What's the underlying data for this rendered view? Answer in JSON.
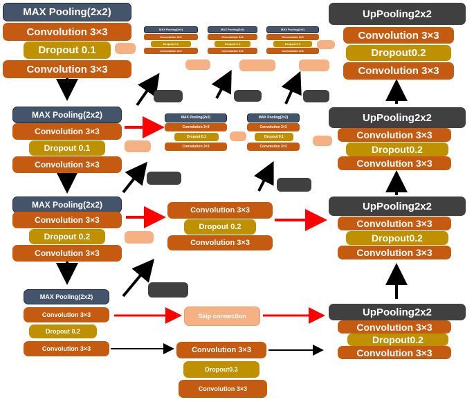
{
  "colors": {
    "pool": "#44546a",
    "conv": "#c55a11",
    "drop": "#bf9000",
    "up": "#404040",
    "skip": "#f4b183",
    "arrow_black": "#000000",
    "arrow_red": "#ff0000"
  },
  "encoder": {
    "block1": {
      "pool": "MAX Pooling(2x2)",
      "conv1": "Convolution 3×3",
      "dropout": "Dropout 0.1",
      "conv2": "Convolution 3×3"
    },
    "block2": {
      "pool": "MAX Pooling(2x2)",
      "conv1": "Convolution 3×3",
      "dropout": "Dropout 0.1",
      "conv2": "Convolution 3×3"
    },
    "block3": {
      "pool": "MAX Pooling(2x2)",
      "conv1": "Convolution 3×3",
      "dropout": "Dropout 0.2",
      "conv2": "Convolution 3×3"
    },
    "block4": {
      "pool": "MAX Pooling(2x2)",
      "conv1": "Convolution 3×3",
      "dropout": "Dropout 0.2",
      "conv2": "Convolution 3×3"
    }
  },
  "bottleneck": {
    "conv1": "Convolution 3×3",
    "dropout": "Dropout0.3",
    "conv2": "Convolution 3×3"
  },
  "skip_connection": {
    "label": "Skip connection"
  },
  "decoder": {
    "block1": {
      "up": "UpPooling2x2",
      "conv1": "Convolution 3×3",
      "dropout": "Dropout0.2",
      "conv2": "Convolution 3×3"
    },
    "block2": {
      "up": "UpPooling2x2",
      "conv1": "Convolution 3×3",
      "dropout": "Dropout0.2",
      "conv2": "Convolution 3×3"
    },
    "block3": {
      "up": "UpPooling2x2",
      "conv1": "Convolution 3×3",
      "dropout": "Dropout0.2",
      "conv2": "Convolution 3×3"
    },
    "block4": {
      "up": "UpPooling2x2",
      "conv1": "Convolution 3×3",
      "dropout": "Dropout0.2",
      "conv2": "Convolution 3×3"
    }
  },
  "middle": {
    "row3": {
      "conv1": "Convolution 3×3",
      "dropout": "Dropout 0.2",
      "conv2": "Convolution 3×3"
    },
    "row2a": {
      "pool": "MAX Pooling(2x2)",
      "conv1": "Convolution 3×3",
      "dropout": "Dropout 0.1",
      "conv2": "Convolution 3×3"
    },
    "row2b": {
      "pool": "MAX Pooling(2x2)",
      "conv1": "Convolution 3×3",
      "dropout": "Dropout 0.1",
      "conv2": "Convolution 3×3"
    },
    "row1a": {
      "pool": "MAX Pooling(2x2)",
      "conv1": "Convolution 3×3",
      "dropout": "Dropout 0.1",
      "conv2": "Convolution 3×3"
    },
    "row1b": {
      "pool": "MAX Pooling(2x2)",
      "conv1": "Convolution 3×3",
      "dropout": "Dropout 0.1",
      "conv2": "Convolution 3×3"
    },
    "row1c": {
      "pool": "MAX Pooling(2x2)",
      "conv1": "Convolution 3×3",
      "dropout": "Dropout 0.1",
      "conv2": "Convolution 3×3"
    }
  }
}
